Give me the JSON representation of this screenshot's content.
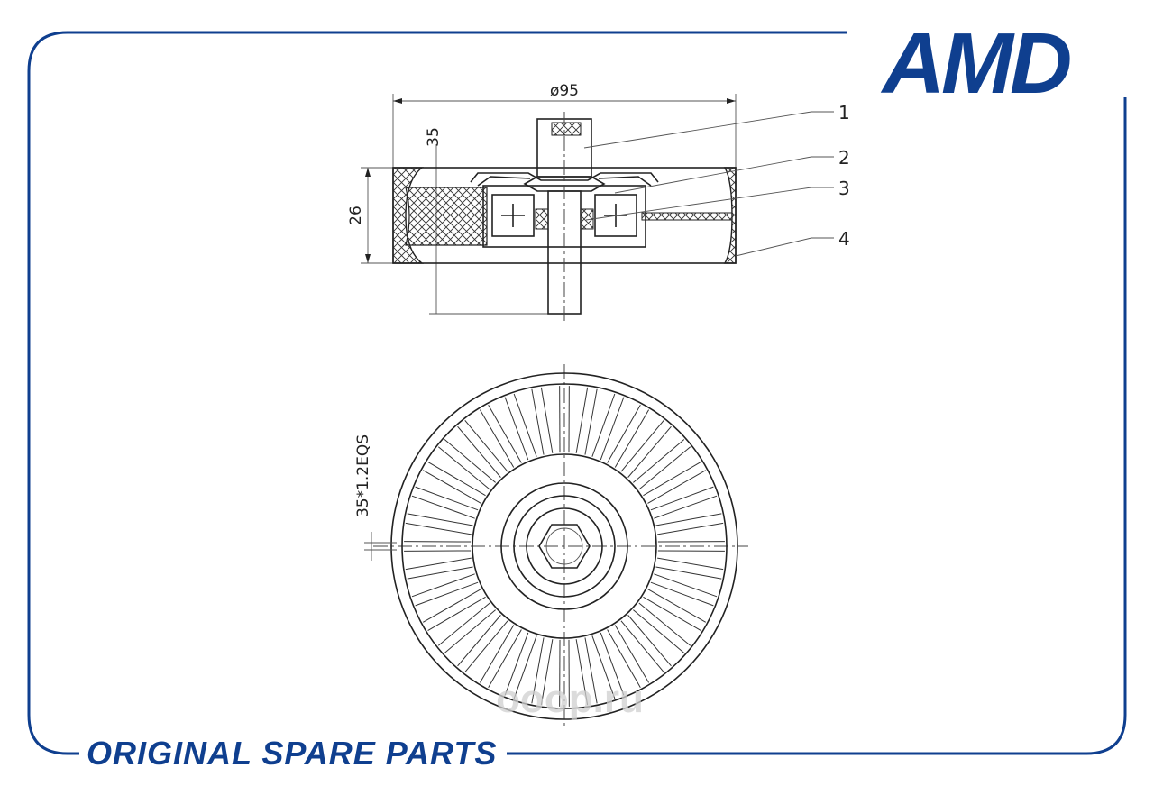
{
  "brand": {
    "logo_text": "AMD",
    "tagline": "ORIGINAL SPARE PARTS",
    "color": "#0f3f8f"
  },
  "dimensions": {
    "diameter": "ø95",
    "height": "35",
    "width": "26",
    "groove": "35*1.2EQS"
  },
  "callouts": [
    "1",
    "2",
    "3",
    "4"
  ],
  "watermark": "ooop.ru"
}
